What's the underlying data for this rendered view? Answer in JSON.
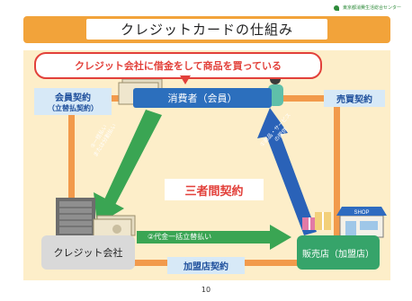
{
  "header": {
    "org_name": "東京都消費生活総合センター",
    "title": "クレジットカードの仕組み"
  },
  "banner": {
    "text": "クレジット会社に借金をして商品を買っている"
  },
  "nodes": {
    "consumer": "消費者（会員）",
    "card_company": "クレジット会社",
    "shop": "販売店（加盟店）"
  },
  "contracts": {
    "member": "会員契約",
    "member_sub": "（立替払契約）",
    "sales": "売買契約",
    "merchant": "加盟店契約",
    "three_party": "三者間契約"
  },
  "flows": {
    "payment_line1": "③一括払い",
    "payment_line2": "または分割払い",
    "goods_line1": "①商品・サービス",
    "goods_line2": "の提供",
    "advance": "②代金一括立替払い"
  },
  "footer": {
    "page_number": "10"
  },
  "colors": {
    "title_band": "#f2a33a",
    "panel": "#fdeec9",
    "accent_red": "#e2403a",
    "consumer_blue": "#2c6fbd",
    "shop_green": "#36a46a",
    "flow_green": "#3aa553",
    "flow_blue": "#2a62b8",
    "loop_orange": "#f29a4b"
  },
  "icons": [
    "money-icon",
    "consumer-person-icon",
    "building-icon",
    "shop-icon",
    "gift-boxes-icon"
  ]
}
